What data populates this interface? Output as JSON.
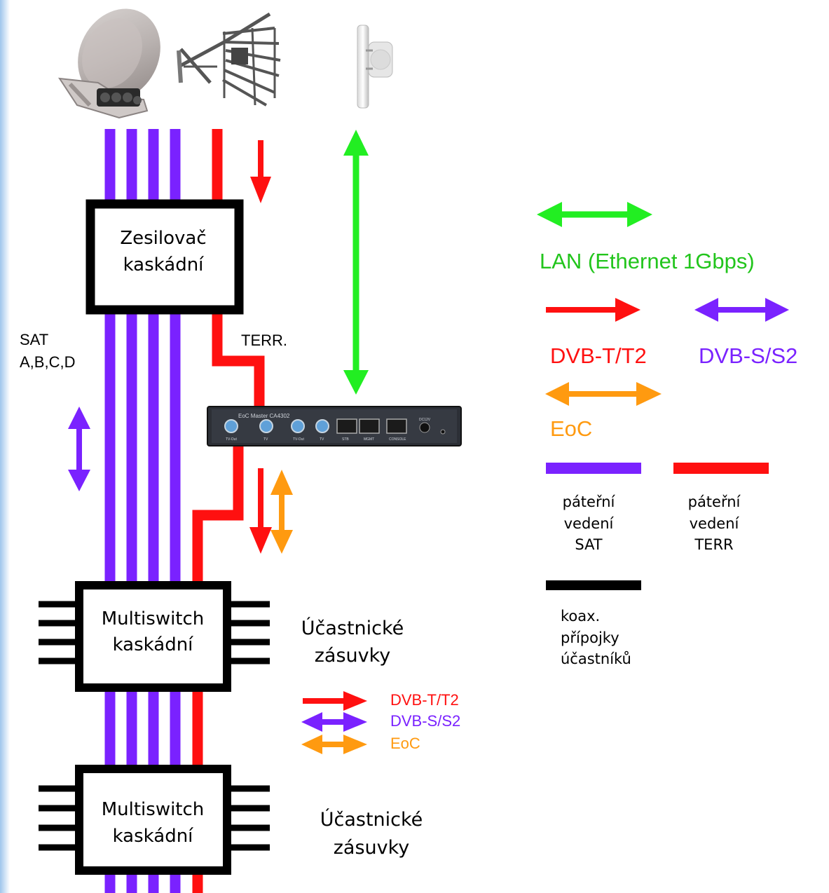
{
  "colors": {
    "sat": "#7a22ff",
    "terr": "#ff1010",
    "lan": "#22ee22",
    "eoc": "#ff9a10",
    "coax": "#000000",
    "left_edge": "#9fc6ec"
  },
  "icons": [
    "satellite-dish-icon",
    "terrestrial-antenna-icon",
    "wifi-access-point-icon",
    "eoc-master-device-icon"
  ],
  "amplifier": {
    "line1": "Zesilovač",
    "line2": "kaskádní"
  },
  "multiswitch1": {
    "line1": "Multiswitch",
    "line2": "kaskádní"
  },
  "multiswitch2": {
    "line1": "Multiswitch",
    "line2": "kaskádní"
  },
  "labels": {
    "sat_line1": "SAT",
    "sat_line2": "A,B,C,D",
    "terr": "TERR.",
    "outlets1_line1": "Účastnické",
    "outlets1_line2": "zásuvky",
    "outlets2_line1": "Účastnické",
    "outlets2_line2": "zásuvky"
  },
  "eoc_device": {
    "model": "EoC Master CA4302",
    "ports": [
      "TV-Out",
      "TV",
      "TV-Out",
      "TV",
      "STB",
      "MGMT",
      "CONSOLE",
      "DC12V"
    ]
  },
  "small_legend": {
    "dvbt": "DVB-T/T2",
    "dvbs": "DVB-S/S2",
    "eoc": "EoC"
  },
  "legend": {
    "lan": "LAN (Ethernet 1Gbps)",
    "dvbt": "DVB-T/T2",
    "dvbs": "DVB-S/S2",
    "eoc": "EoC",
    "sat_trunk": [
      "páteřní",
      "vedení",
      "SAT"
    ],
    "terr_trunk": [
      "páteřní",
      "vedení",
      "TERR"
    ],
    "coax": [
      "koax.",
      "přípojky",
      "účastníků"
    ]
  }
}
